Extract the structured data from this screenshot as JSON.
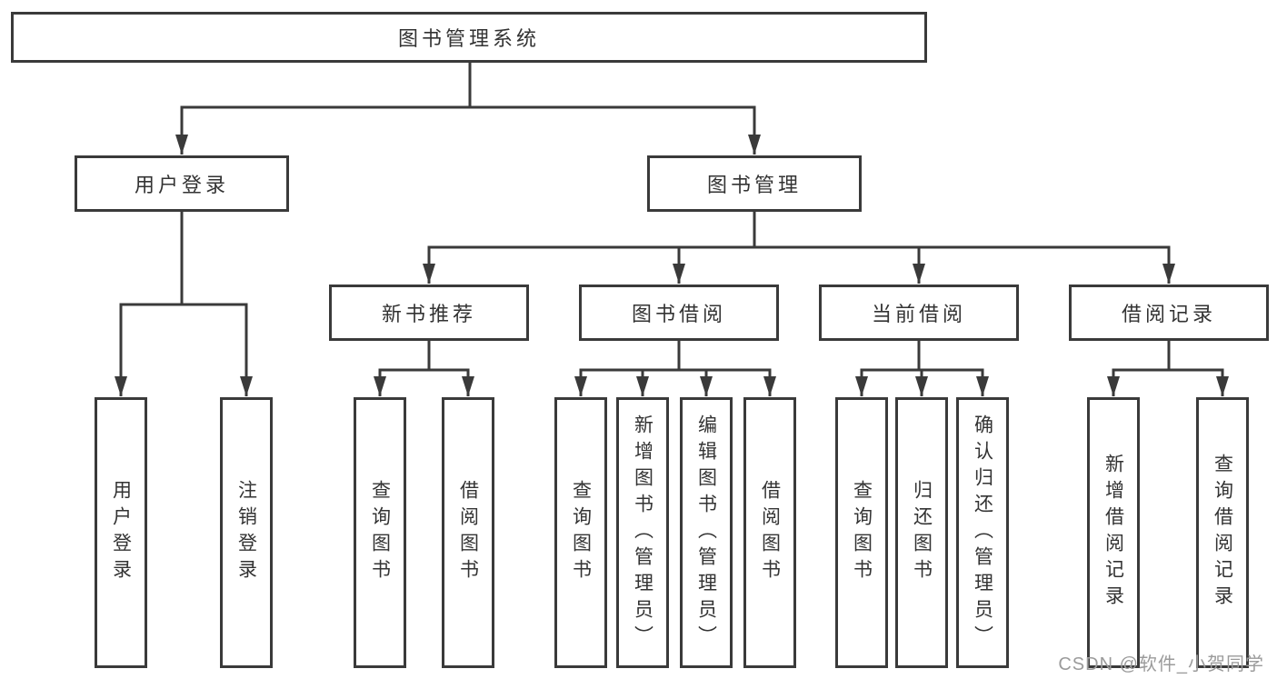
{
  "watermark": "CSDN @软件_小贺同学",
  "colors": {
    "line": "#3a3a3a",
    "text": "#333333",
    "background": "#ffffff",
    "watermark": "#9b9b9b"
  },
  "diagram": {
    "root": {
      "label": "图书管理系统",
      "children": [
        {
          "label": "用户登录",
          "children": [
            {
              "label": "用户登录"
            },
            {
              "label": "注销登录"
            }
          ]
        },
        {
          "label": "图书管理",
          "children": [
            {
              "label": "新书推荐",
              "children": [
                {
                  "label": "查询图书"
                },
                {
                  "label": "借阅图书"
                }
              ]
            },
            {
              "label": "图书借阅",
              "children": [
                {
                  "label": "查询图书"
                },
                {
                  "label": "新增图书（管理员）"
                },
                {
                  "label": "编辑图书（管理员）"
                },
                {
                  "label": "借阅图书"
                }
              ]
            },
            {
              "label": "当前借阅",
              "children": [
                {
                  "label": "查询图书"
                },
                {
                  "label": "归还图书"
                },
                {
                  "label": "确认归还（管理员）"
                }
              ]
            },
            {
              "label": "借阅记录",
              "children": [
                {
                  "label": "新增借阅记录"
                },
                {
                  "label": "查询借阅记录"
                }
              ]
            }
          ]
        }
      ]
    }
  }
}
